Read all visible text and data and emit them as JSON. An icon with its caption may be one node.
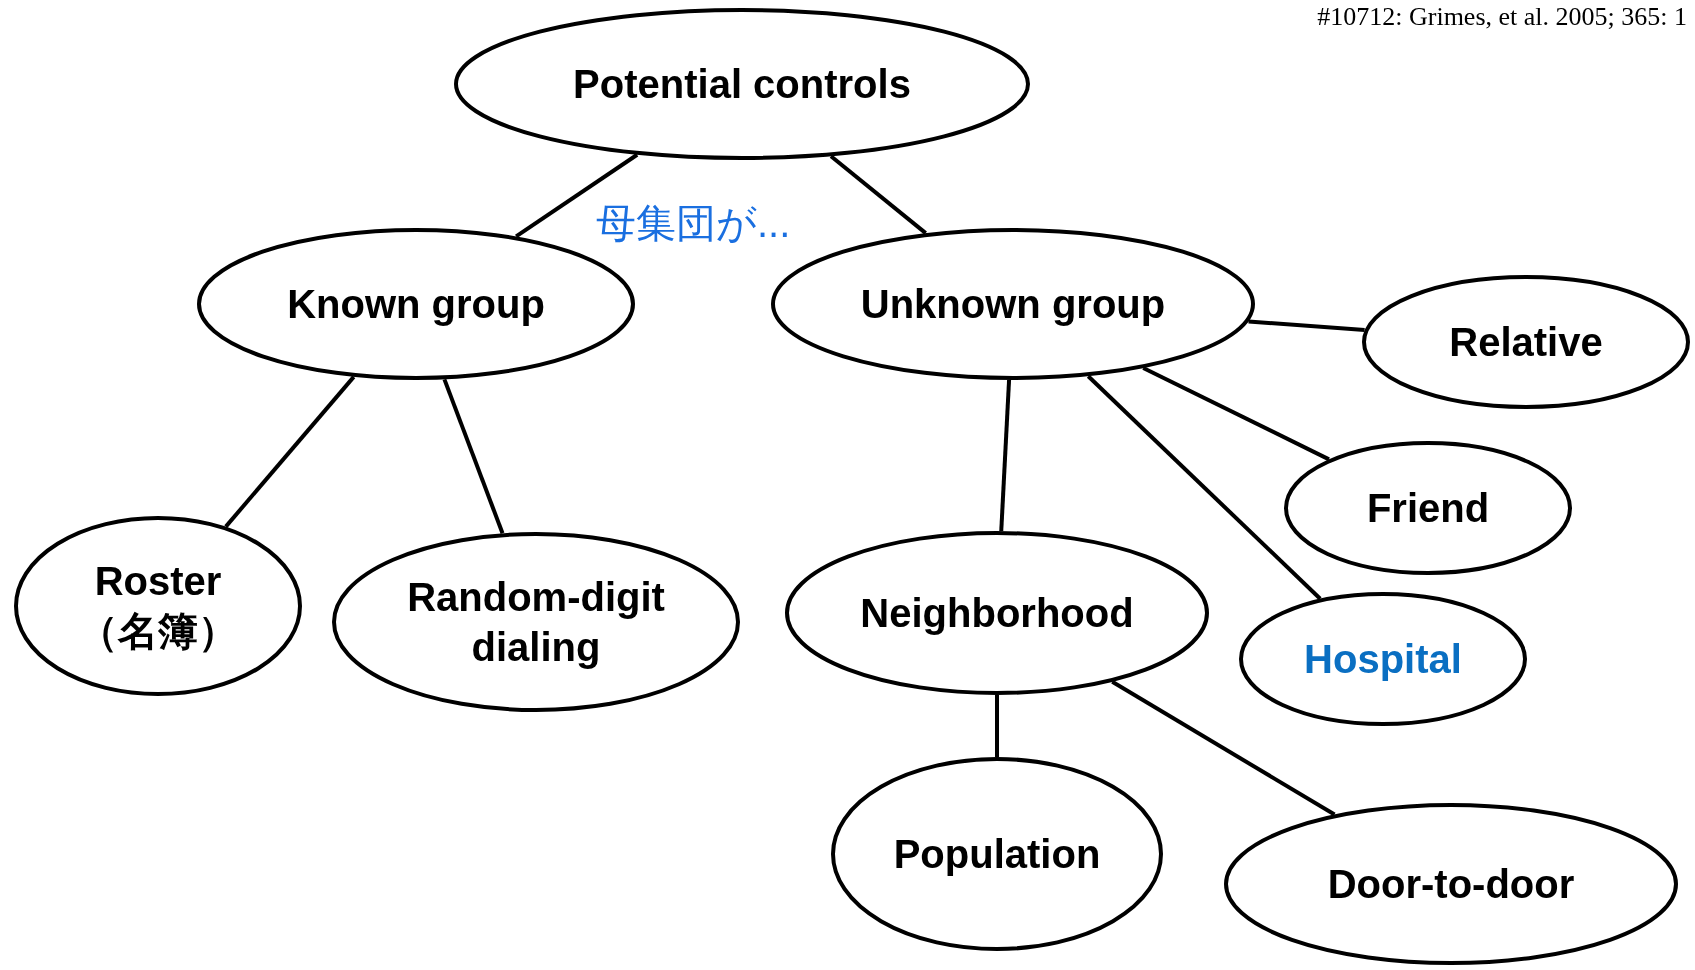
{
  "diagram": {
    "nodes": [
      {
        "text": [
          "Potential controls"
        ]
      },
      {
        "text": [
          "Known group"
        ]
      },
      {
        "text": [
          "Unknown group"
        ]
      },
      {
        "text": [
          "Relative"
        ]
      },
      {
        "text": [
          "Friend"
        ]
      },
      {
        "text": [
          "Roster",
          "（名簿）"
        ]
      },
      {
        "text": [
          "Random-digit dialing"
        ]
      },
      {
        "text": [
          "Neighborhood"
        ]
      },
      {
        "text": [
          "Hospital"
        ]
      },
      {
        "text": [
          "Population"
        ]
      },
      {
        "text": [
          "Door-to-door"
        ]
      }
    ],
    "edges": [
      {
        "from": 0,
        "to": 1,
        "arrow": "none"
      },
      {
        "from": 0,
        "to": 2,
        "arrow": "none"
      },
      {
        "from": 1,
        "to": 5,
        "arrow": "none"
      },
      {
        "from": 1,
        "to": 6,
        "arrow": "none"
      },
      {
        "from": 2,
        "to": 3,
        "arrow": "none"
      },
      {
        "from": 2,
        "to": 4,
        "arrow": "none"
      },
      {
        "from": 2,
        "to": 8,
        "arrow": "none"
      },
      {
        "from": 2,
        "to": 7,
        "arrow": "none"
      },
      {
        "from": 7,
        "to": 9,
        "arrow": "none"
      },
      {
        "from": 7,
        "to": 10,
        "arrow": "none"
      }
    ],
    "labels": [
      "#10712: Grimes, et al. 2005; 365: 1",
      "母集団が..."
    ]
  }
}
